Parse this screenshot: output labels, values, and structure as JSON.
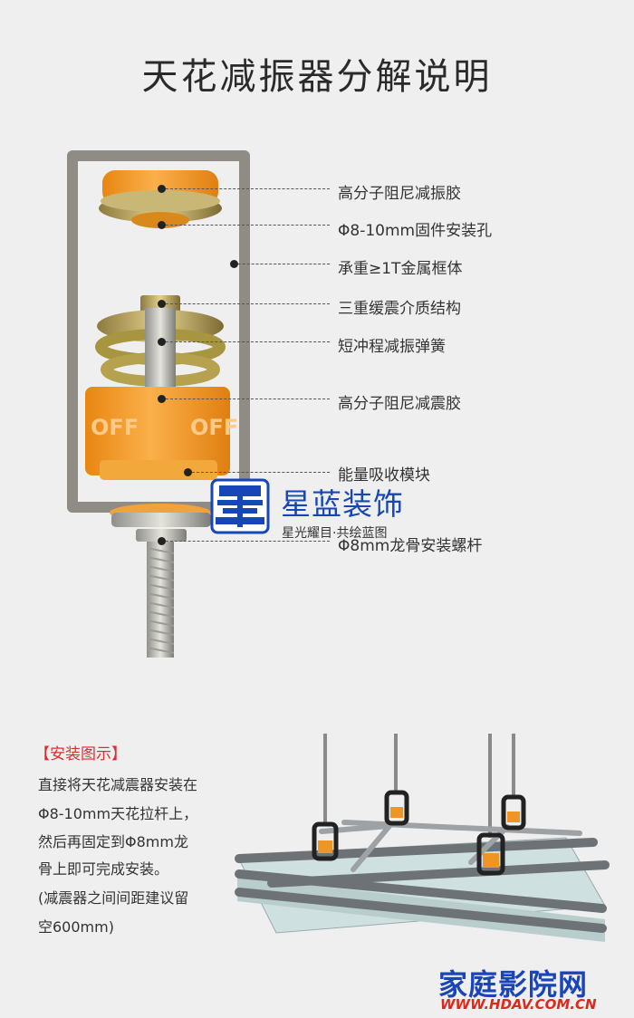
{
  "title": "天花减振器分解说明",
  "callouts": [
    "高分子阻尼减振胶",
    "Φ8-10mm固件安装孔",
    "承重≥1T金属框体",
    "三重缓震介质结构",
    "短冲程减振弹簧",
    "高分子阻尼减震胶",
    "能量吸收模块",
    "Φ8mm龙骨安装螺杆"
  ],
  "product_marking": "OFF",
  "install": {
    "heading": "【安装图示】",
    "lines": [
      "直接将天花减震器安装在",
      "Φ8-10mm天花拉杆上，",
      "然后再固定到Φ8mm龙",
      "骨上即可完成安装。",
      "(减震器之间间距建议留",
      "空600mm)"
    ]
  },
  "watermark": {
    "name": "星蓝装饰",
    "slogan": "星光耀目·共绘蓝图"
  },
  "site": {
    "name": "家庭影院网",
    "url": "WWW.HDAV.COM.CN"
  },
  "colors": {
    "orange": "#f39a24",
    "frame": "#8f8c86",
    "brand_blue": "#1747b7",
    "heading_red": "#d9302c"
  }
}
